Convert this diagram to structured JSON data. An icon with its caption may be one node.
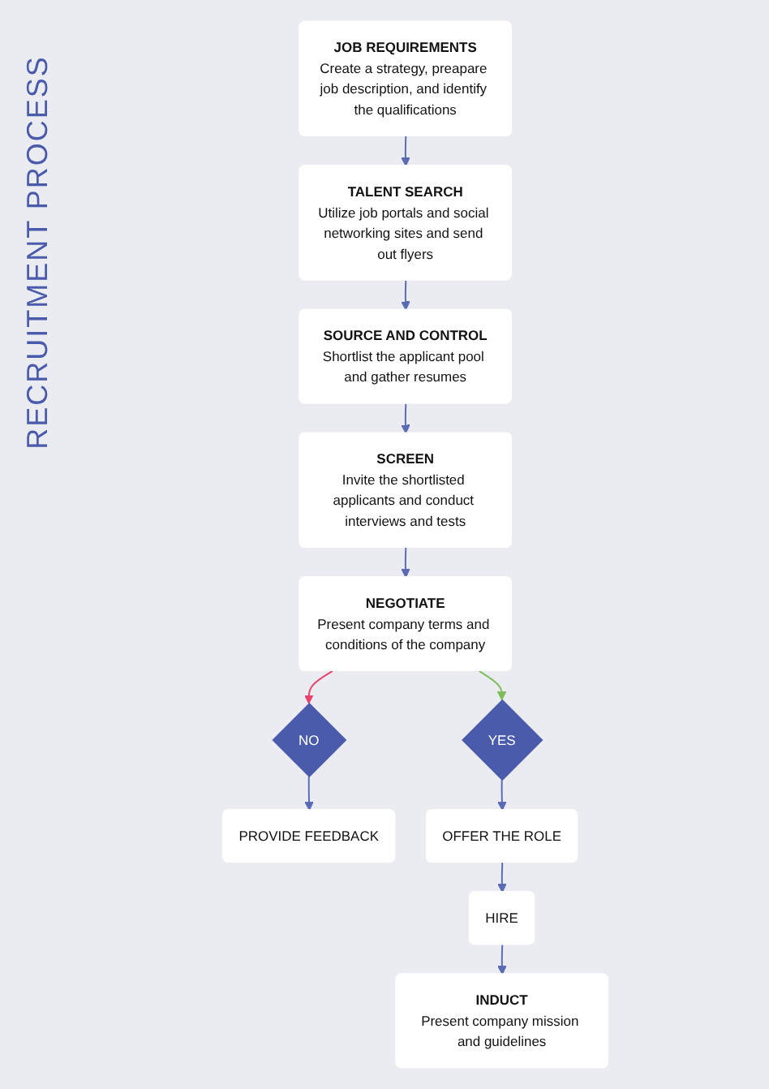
{
  "diagram": {
    "title": "RECRUITMENT PROCESS",
    "nodes": [
      {
        "text": [
          "JOB REQUIREMENTS",
          "Create a strategy, preapare job description, and identify the qualifications"
        ]
      },
      {
        "text": [
          "TALENT SEARCH",
          "Utilize job portals and social networking sites and send out flyers"
        ]
      },
      {
        "text": [
          "SOURCE AND CONTROL",
          "Shortlist the applicant pool and gather resumes"
        ]
      },
      {
        "text": [
          "SCREEN",
          "Invite the shortlisted applicants and conduct interviews and tests"
        ]
      },
      {
        "text": [
          "NEGOTIATE",
          "Present company terms and conditions of the company"
        ]
      },
      {
        "text": [
          "NO"
        ]
      },
      {
        "text": [
          "YES"
        ]
      },
      {
        "text": [
          "PROVIDE FEEDBACK"
        ]
      },
      {
        "text": [
          "OFFER THE ROLE"
        ]
      },
      {
        "text": [
          "HIRE"
        ]
      },
      {
        "text": [
          "INDUCT",
          "Present company mission and guidelines"
        ]
      }
    ],
    "edges": [
      {
        "from": 0,
        "to": 1,
        "arrow": "to"
      },
      {
        "from": 1,
        "to": 2,
        "arrow": "to"
      },
      {
        "from": 2,
        "to": 3,
        "arrow": "to"
      },
      {
        "from": 3,
        "to": 4,
        "arrow": "to"
      },
      {
        "from": 4,
        "to": 5,
        "arrow": "to",
        "color": "#e8426b"
      },
      {
        "from": 4,
        "to": 6,
        "arrow": "to",
        "color": "#7dbf5a"
      },
      {
        "from": 5,
        "to": 7,
        "arrow": "to"
      },
      {
        "from": 6,
        "to": 8,
        "arrow": "to"
      },
      {
        "from": 8,
        "to": 9,
        "arrow": "to"
      },
      {
        "from": 9,
        "to": 10,
        "arrow": "to"
      }
    ]
  }
}
